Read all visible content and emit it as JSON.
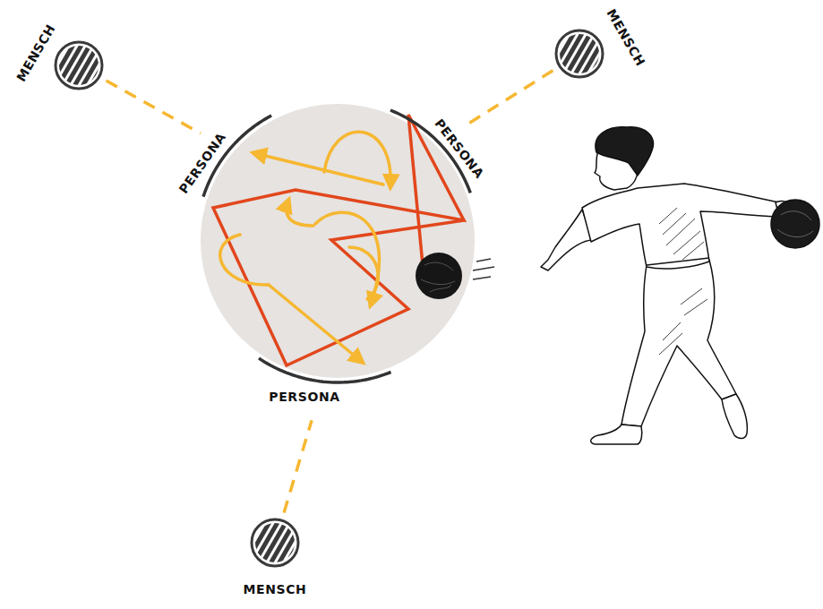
{
  "diagram": {
    "nodes": [
      {
        "text": [
          "MENSCH"
        ]
      },
      {
        "text": [
          "MENSCH"
        ]
      },
      {
        "text": [
          "PERSONA"
        ]
      },
      {
        "text": [
          "PERSONA"
        ]
      },
      {
        "text": [
          "PERSONA"
        ]
      },
      {
        "text": [
          "MENSCH"
        ]
      }
    ],
    "edges": [
      {
        "from": 0,
        "to": 2,
        "arrow": "none"
      },
      {
        "from": 1,
        "to": 3,
        "arrow": "none"
      },
      {
        "from": 5,
        "to": 4,
        "arrow": "none"
      }
    ]
  }
}
